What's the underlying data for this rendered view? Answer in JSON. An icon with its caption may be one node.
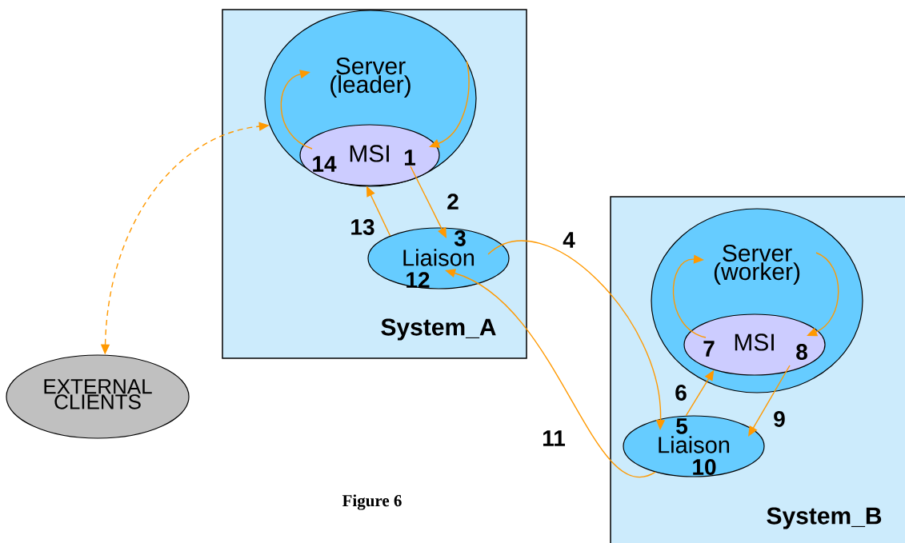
{
  "diagram": {
    "caption": "Figure 6",
    "nodes": [
      {
        "text": [
          "System_A"
        ]
      },
      {
        "text": [
          "Server (leader)"
        ],
        "in": 0
      },
      {
        "text": [
          "MSI"
        ],
        "in": 1
      },
      {
        "text": [
          "Liaison"
        ],
        "in": 0
      },
      {
        "text": [
          "System_B"
        ]
      },
      {
        "text": [
          "Server (worker)"
        ],
        "in": 4
      },
      {
        "text": [
          "MSI"
        ],
        "in": 5
      },
      {
        "text": [
          "Liaison"
        ],
        "in": 4
      },
      {
        "text": [
          "EXTERNAL CLIENTS"
        ]
      }
    ],
    "edges": [
      {
        "from": 2,
        "to": 1,
        "arrow": "to"
      },
      {
        "from": 1,
        "to": 2,
        "arrow": "to"
      },
      {
        "from": 8,
        "to": 1,
        "arrow": "both",
        "style": "dashed"
      },
      {
        "from": 2,
        "to": 3,
        "arrow": "to",
        "label": "2"
      },
      {
        "from": 3,
        "to": 7,
        "arrow": "to",
        "label": "4"
      },
      {
        "from": 7,
        "to": 3,
        "arrow": "to",
        "label": "11"
      },
      {
        "from": 7,
        "to": 6,
        "arrow": "to",
        "label": "6"
      },
      {
        "from": 6,
        "to": 7,
        "arrow": "to",
        "label": "9"
      },
      {
        "from": 6,
        "to": 5,
        "arrow": "to"
      },
      {
        "from": 5,
        "to": 6,
        "arrow": "to"
      },
      {
        "from": 3,
        "to": 2,
        "arrow": "to",
        "label": "13"
      }
    ],
    "labels": [
      "14",
      "1",
      "3",
      "12",
      "7",
      "8",
      "5",
      "10"
    ]
  }
}
